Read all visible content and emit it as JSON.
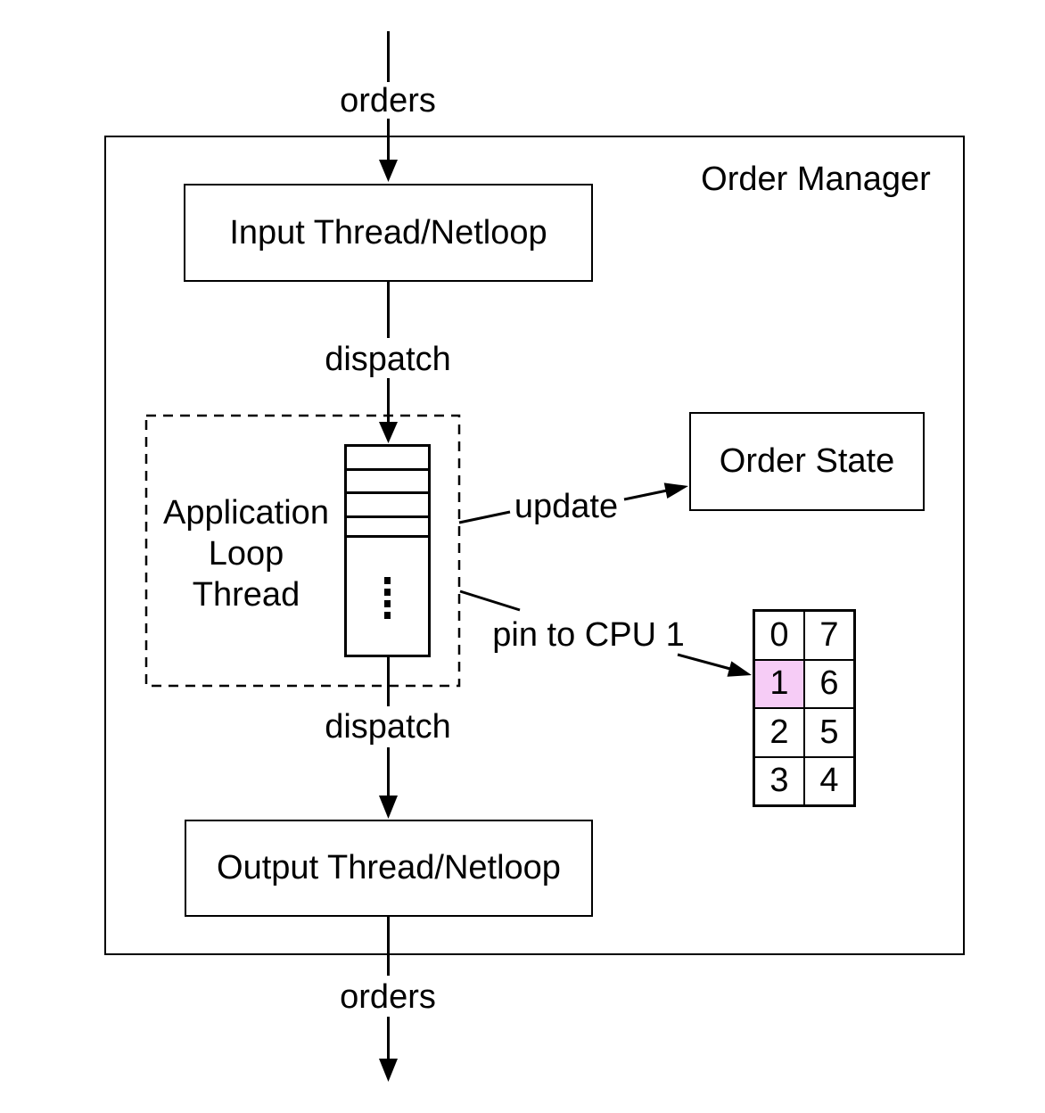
{
  "diagram": {
    "outer_title": "Order Manager",
    "labels": {
      "orders_in": "orders",
      "dispatch_in": "dispatch",
      "update": "update",
      "pin_to_cpu": "pin to CPU 1",
      "dispatch_out": "dispatch",
      "orders_out": "orders"
    },
    "nodes": {
      "input_thread": "Input Thread/Netloop",
      "output_thread": "Output Thread/Netloop",
      "order_state": "Order State",
      "app_loop": {
        "line1": "Application",
        "line2": "Loop",
        "line3": "Thread"
      }
    },
    "cpu_table": {
      "rows": [
        [
          "0",
          "7"
        ],
        [
          "1",
          "6"
        ],
        [
          "2",
          "5"
        ],
        [
          "3",
          "4"
        ]
      ],
      "pinned_cpu": "1",
      "highlight_color": "#f6ccf6"
    },
    "colors": {
      "stroke": "#000000",
      "background": "#ffffff"
    }
  }
}
